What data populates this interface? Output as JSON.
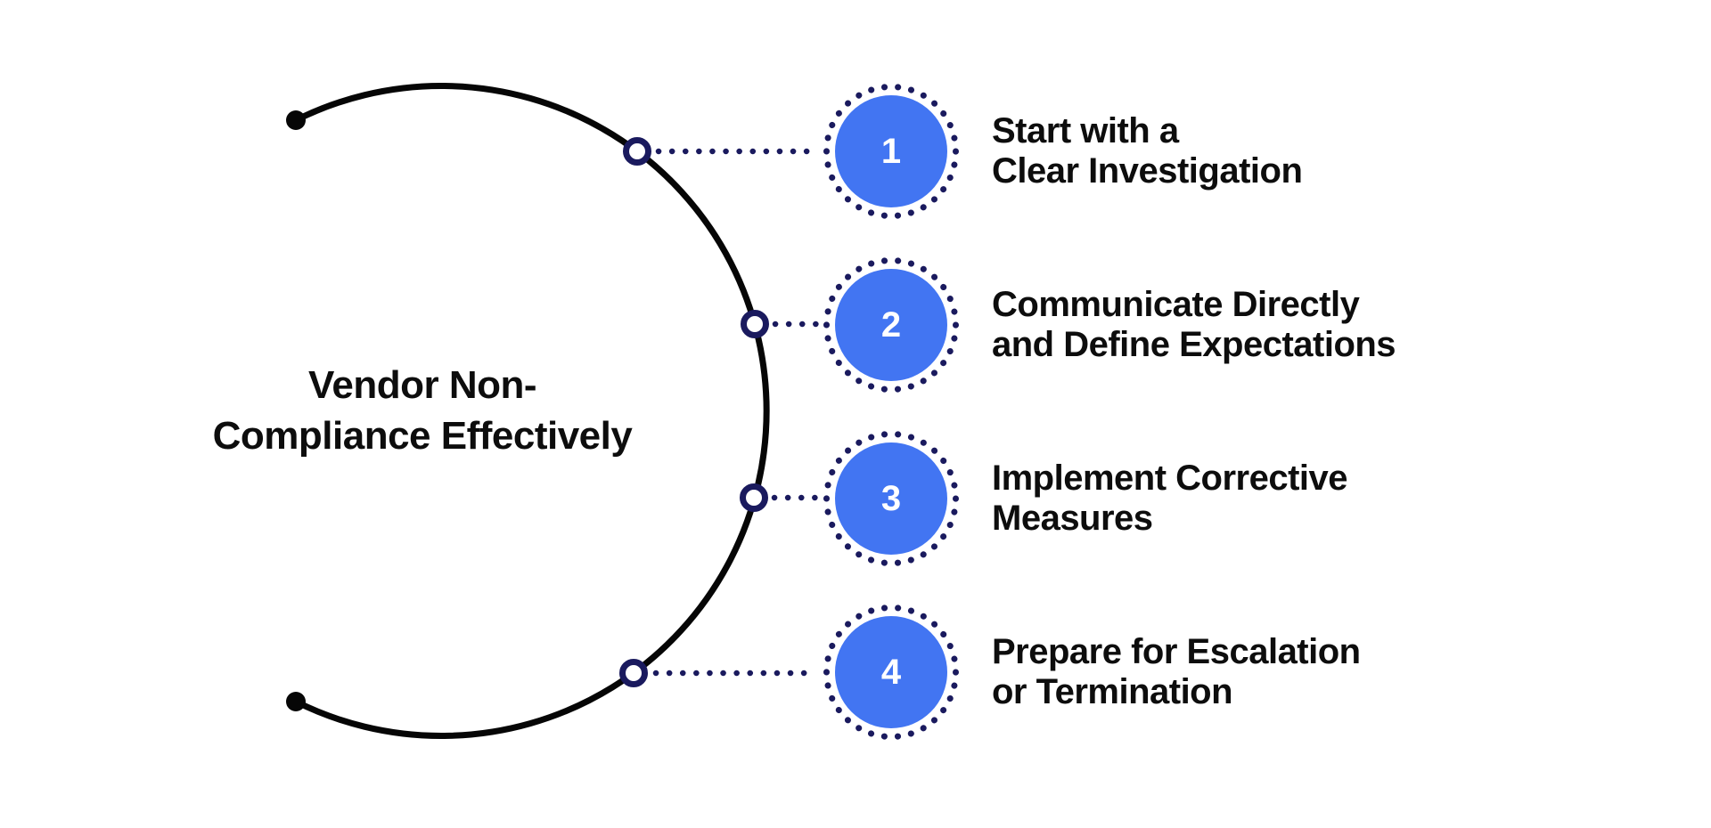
{
  "title": {
    "line1": "Vendor Non-",
    "line2": "Compliance Effectively"
  },
  "steps": [
    {
      "number": "1",
      "label_line1": "Start with a",
      "label_line2": "Clear Investigation"
    },
    {
      "number": "2",
      "label_line1": "Communicate Directly",
      "label_line2": "and Define Expectations"
    },
    {
      "number": "3",
      "label_line1": "Implement Corrective",
      "label_line2": "Measures"
    },
    {
      "number": "4",
      "label_line1": "Prepare for Escalation",
      "label_line2": "or Termination"
    }
  ],
  "colors": {
    "accent_blue": "#4275F2",
    "navy": "#1A1A5E",
    "text": "#0D0D0D",
    "arc": "#060606",
    "background": "#FFFFFF",
    "number_text": "#FFFFFF"
  },
  "icons": {
    "arc_marker": "ring-marker-icon",
    "step_halo": "dotted-circle-icon",
    "arc_endpoint": "filled-dot-icon"
  }
}
